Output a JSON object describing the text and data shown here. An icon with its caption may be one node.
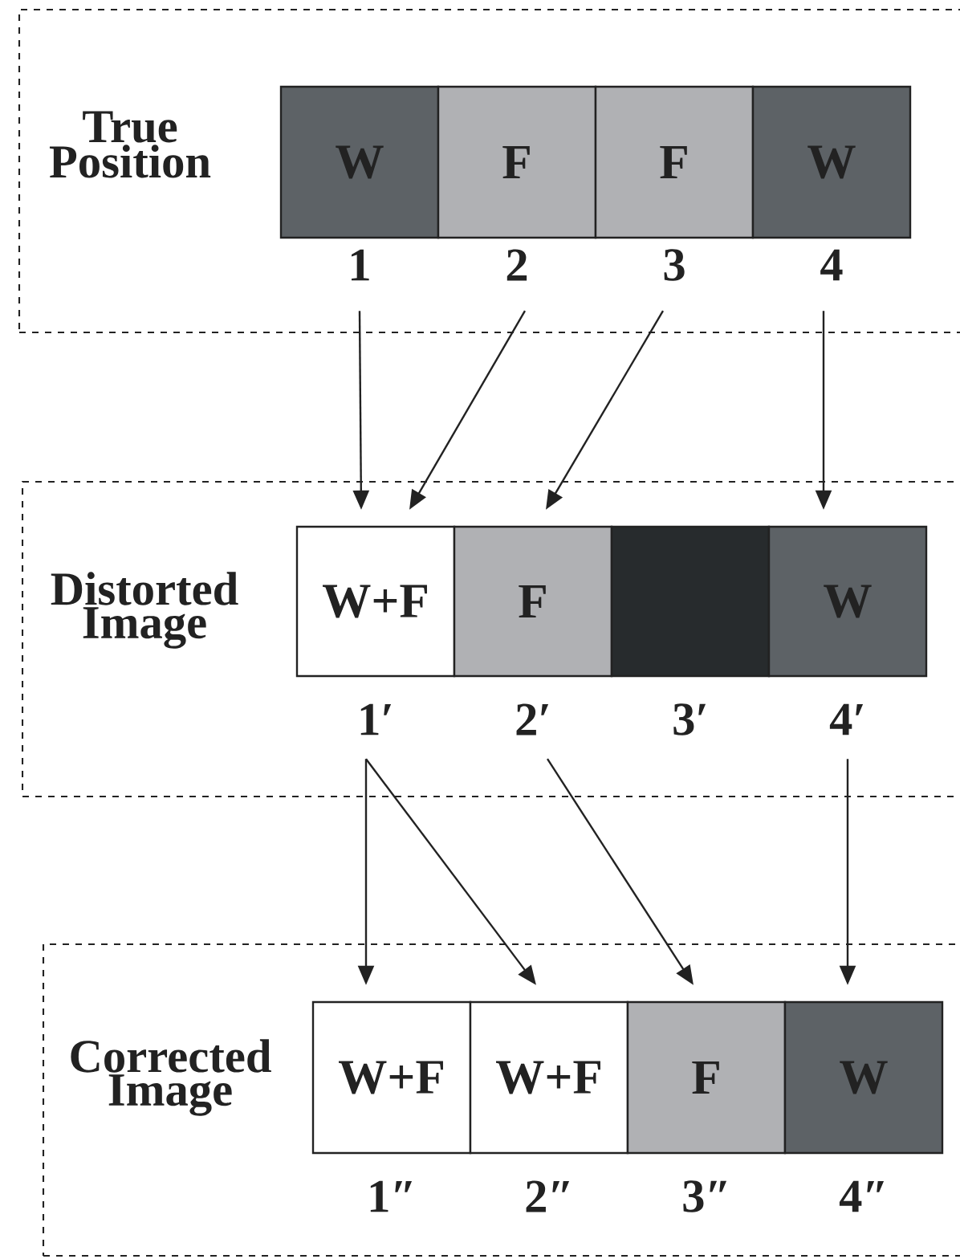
{
  "diagram": {
    "nodes": [
      {
        "text": [
          "True Position"
        ]
      },
      {
        "text": [
          "W"
        ],
        "beside": [
          "1"
        ],
        "in": 0
      },
      {
        "text": [
          "F"
        ],
        "beside": [
          "2"
        ],
        "in": 0
      },
      {
        "text": [
          "F"
        ],
        "beside": [
          "3"
        ],
        "in": 0
      },
      {
        "text": [
          "W"
        ],
        "beside": [
          "4"
        ],
        "in": 0
      },
      {
        "text": [
          "Distorted Image"
        ]
      },
      {
        "text": [
          "W+F"
        ],
        "beside": [
          "1′"
        ],
        "in": 5
      },
      {
        "text": [
          "F"
        ],
        "beside": [
          "2′"
        ],
        "in": 5
      },
      {
        "text": [],
        "shape": "box",
        "beside": [
          "3′"
        ],
        "in": 5
      },
      {
        "text": [
          "W"
        ],
        "beside": [
          "4′"
        ],
        "in": 5
      },
      {
        "text": [
          "Corrected Image"
        ]
      },
      {
        "text": [
          "W+F"
        ],
        "beside": [
          "1″"
        ],
        "in": 10
      },
      {
        "text": [
          "W+F"
        ],
        "beside": [
          "2″"
        ],
        "in": 10
      },
      {
        "text": [
          "F"
        ],
        "beside": [
          "3″"
        ],
        "in": 10
      },
      {
        "text": [
          "W"
        ],
        "beside": [
          "4″"
        ],
        "in": 10
      }
    ],
    "edges": [
      {
        "from": 1,
        "to": 6,
        "arrow": "to"
      },
      {
        "from": 2,
        "to": 6,
        "arrow": "to"
      },
      {
        "from": 3,
        "to": 7,
        "arrow": "to"
      },
      {
        "from": 4,
        "to": 9,
        "arrow": "to"
      },
      {
        "from": 6,
        "to": 11,
        "arrow": "to"
      },
      {
        "from": 6,
        "to": 12,
        "arrow": "to"
      },
      {
        "from": 7,
        "to": 13,
        "arrow": "to"
      },
      {
        "from": 9,
        "to": 14,
        "arrow": "to"
      }
    ]
  }
}
